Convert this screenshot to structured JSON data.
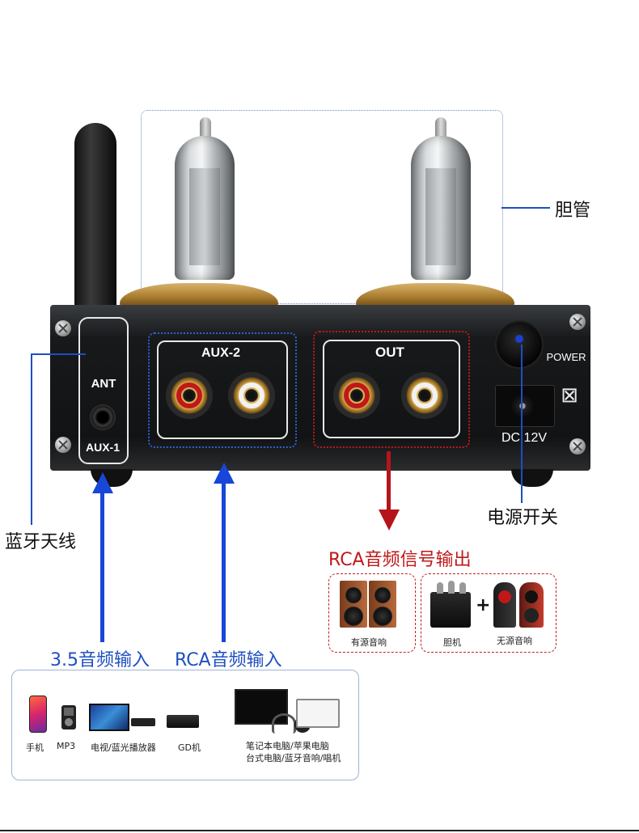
{
  "labels": {
    "tube": "胆管",
    "power_switch": "电源开关",
    "bt_antenna": "蓝牙天线",
    "rca_out": "RCA音频信号输出",
    "in_35": "3.5音频输入",
    "in_rca": "RCA音频输入"
  },
  "panel": {
    "ant": "ANT",
    "aux1": "AUX-1",
    "aux2": "AUX-2",
    "out": "OUT",
    "power": "POWER",
    "dc": "DC 12V"
  },
  "outputs": {
    "active_speaker": "有源音响",
    "tube_amp": "胆机",
    "passive_speaker": "无源音响",
    "plus": "+"
  },
  "sources": [
    {
      "label": "手机",
      "icon": "phone-icon"
    },
    {
      "label": "MP3",
      "icon": "mp3-icon"
    },
    {
      "label": "电视/蓝光播放器",
      "icon": "tv-icon"
    },
    {
      "label": "GD机",
      "icon": "gd-player-icon"
    },
    {
      "label": "笔记本电脑/苹果电脑",
      "icon": "computer-icon"
    },
    {
      "label": "台式电脑/蓝牙音响/唱机",
      "icon": "computer-icon"
    }
  ],
  "colors": {
    "accent_blue": "#1e4fc2",
    "accent_red": "#c01818",
    "panel": "#151617",
    "gold": "#c89a45"
  }
}
